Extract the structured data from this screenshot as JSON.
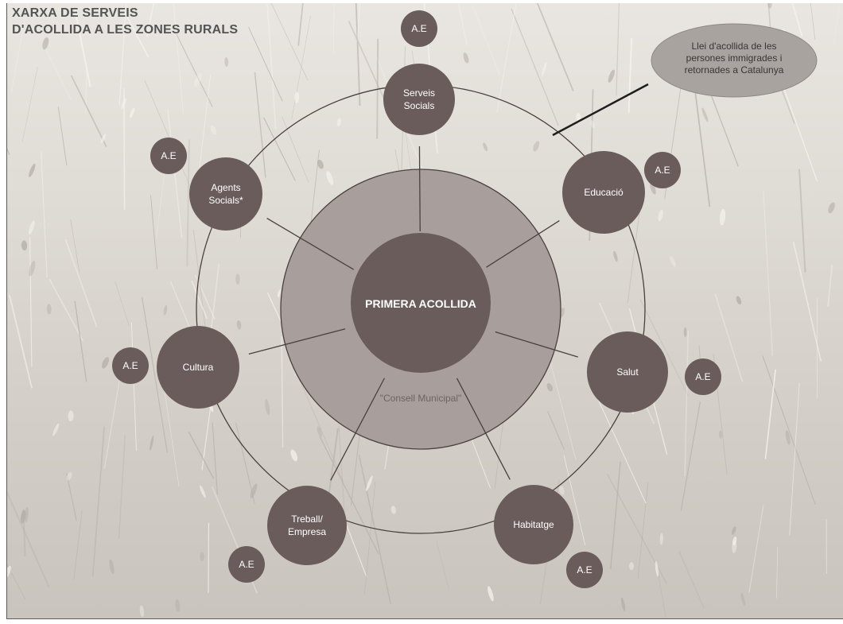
{
  "title": {
    "line1": "XARXA DE SERVEIS",
    "line2": "D'ACOLLIDA A LES ZONES RURALS"
  },
  "center": {
    "label": "PRIMERA ACOLLIDA",
    "ring_label": "\"Consell Municipal\""
  },
  "law_note": {
    "lines": [
      "Llei d'acollida de les",
      "persones immigrades i",
      "retornades a Catalunya"
    ]
  },
  "nodes": [
    {
      "id": "serveis-socials",
      "lines": [
        "Serveis",
        "Socials"
      ]
    },
    {
      "id": "educacio",
      "lines": [
        "Educació"
      ]
    },
    {
      "id": "salut",
      "lines": [
        "Salut"
      ]
    },
    {
      "id": "habitatge",
      "lines": [
        "Habitatge"
      ]
    },
    {
      "id": "treball-empresa",
      "lines": [
        "Treball/",
        "Empresa"
      ]
    },
    {
      "id": "cultura",
      "lines": [
        "Cultura"
      ]
    },
    {
      "id": "agents-socials",
      "lines": [
        "Agents",
        "Socials*"
      ]
    }
  ],
  "ae_label": "A.E",
  "colors": {
    "node_fill": "#6b5c5c",
    "ring_fill": "#a89e9b",
    "law_fill": "#a8a39f",
    "ring_stroke": "#4a4040",
    "text_light": "#ffffff",
    "text_dark": "#3a3535",
    "title": "#545454"
  }
}
